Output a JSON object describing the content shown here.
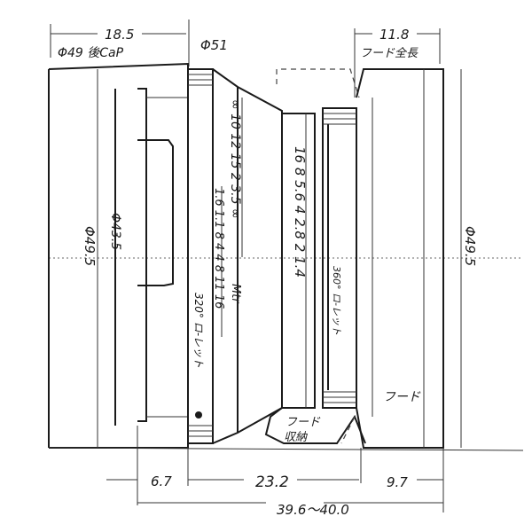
{
  "drawing": {
    "top_dims": {
      "rear_cap_length": "18.5",
      "rear_cap_label": "Φ49 後CaP",
      "ring_diameter": "Φ51",
      "hood_length": "11.8",
      "hood_length_label": "フード全長"
    },
    "side_dims": {
      "left_outer_diameter": "Φ49.5",
      "left_inner_diameter": "Φ43.5",
      "right_diameter": "Φ49.5"
    },
    "scales": {
      "distance_feet": "∞ 10 12 15 2 3.5 ∞",
      "distance_meters": "1.6 1.1 8 4  4 8 11 16",
      "distance_unit": "Mtr",
      "aperture": "16 8 5.6 4 2.8 2 1.4",
      "rear_rotation": "320° ロ-レット",
      "front_rotation": "360° ロ-レット"
    },
    "labels": {
      "hood": "フード",
      "hood_storage_line1": "フード",
      "hood_storage_line2": "収納"
    },
    "bottom_dims": {
      "cap_depth": "6.7",
      "body_length": "23.2",
      "hood_depth": "9.7",
      "total_length": "39.6～40.0"
    }
  }
}
